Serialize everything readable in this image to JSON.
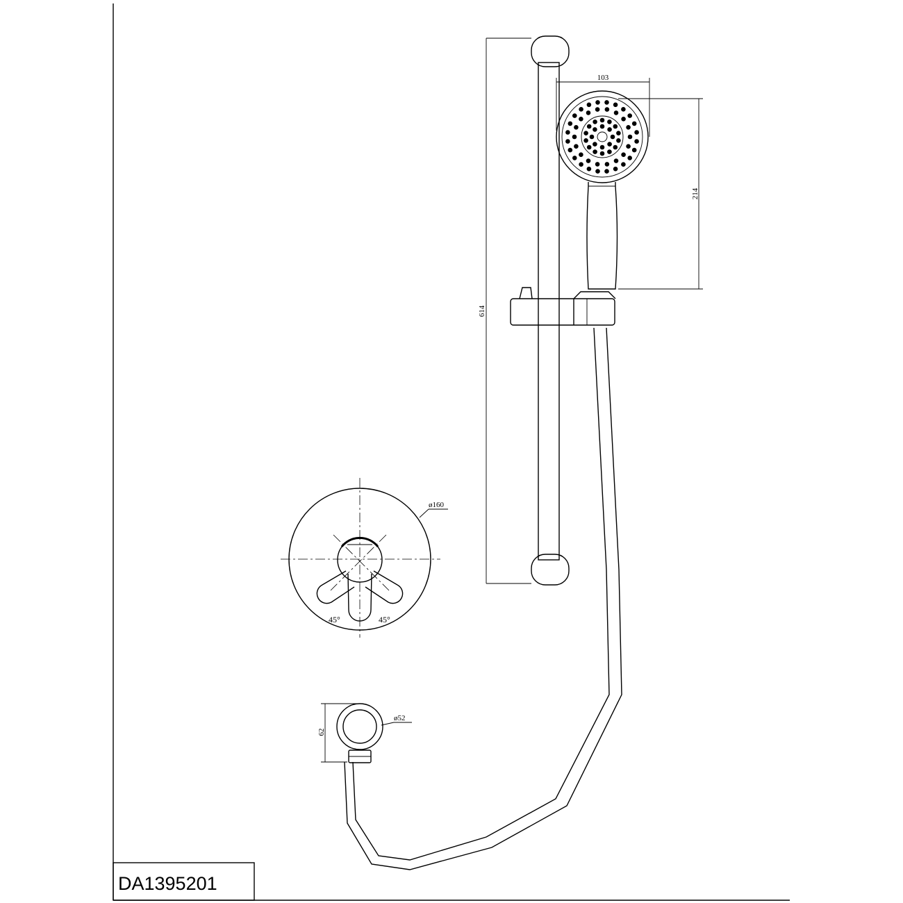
{
  "title_block": {
    "code": "DA1395201"
  },
  "dimensions": {
    "rail_length": "614",
    "head_width": "103",
    "handshower_length": "214",
    "plate_diameter": "ø160",
    "outlet_diameter": "ø52",
    "outlet_height": "62"
  },
  "angles": {
    "left": "45°",
    "right": "45°"
  }
}
